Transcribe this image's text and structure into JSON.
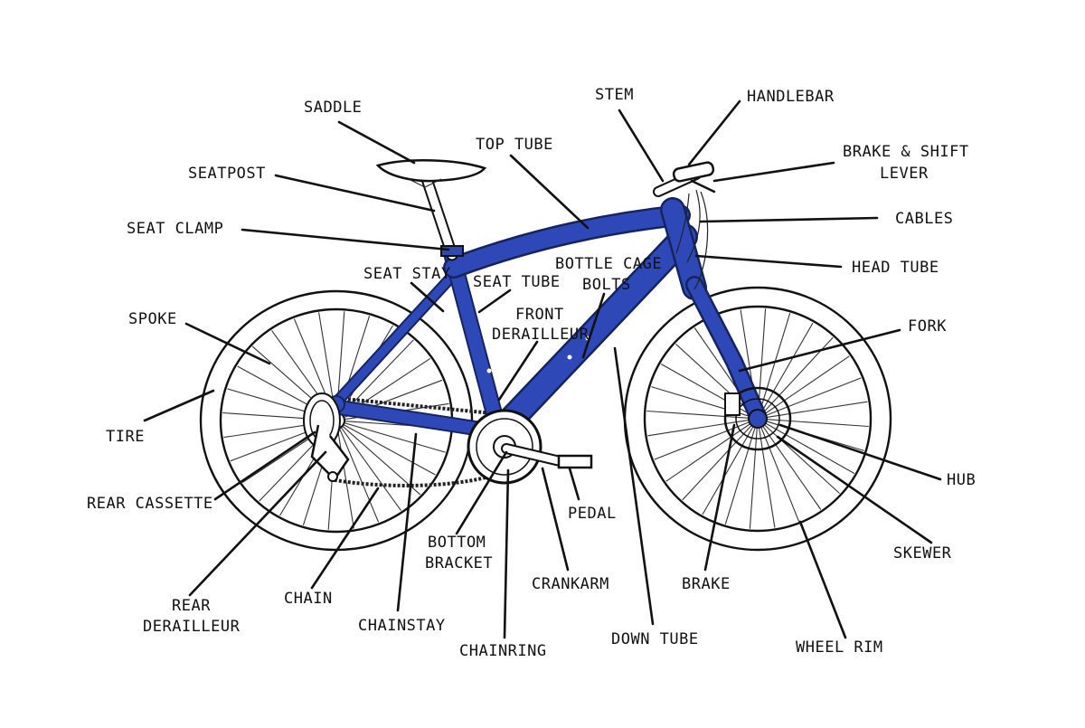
{
  "diagram": {
    "frame_color": "#2e48b8",
    "frame_edge_color": "#16245e",
    "line_color": "#111111",
    "labels": {
      "saddle": "SADDLE",
      "stem": "STEM",
      "handlebar": "HANDLEBAR",
      "top_tube": "TOP TUBE",
      "brake_shift_lever_1": "BRAKE & SHIFT",
      "brake_shift_lever_2": "LEVER",
      "seatpost": "SEATPOST",
      "cables": "CABLES",
      "seat_clamp": "SEAT CLAMP",
      "head_tube": "HEAD TUBE",
      "seat_stay": "SEAT STAY",
      "seat_tube": "SEAT TUBE",
      "bottle_cage_bolts_1": "BOTTLE CAGE",
      "bottle_cage_bolts_2": "BOLTS",
      "spoke": "SPOKE",
      "front_derailleur_1": "FRONT",
      "front_derailleur_2": "DERAILLEUR",
      "fork": "FORK",
      "tire": "TIRE",
      "hub": "HUB",
      "rear_cassette": "REAR CASSETTE",
      "pedal": "PEDAL",
      "skewer": "SKEWER",
      "bottom_bracket_1": "BOTTOM",
      "bottom_bracket_2": "BRACKET",
      "crankarm": "CRANKARM",
      "brake": "BRAKE",
      "rear_derailleur_1": "REAR",
      "rear_derailleur_2": "DERAILLEUR",
      "chain": "CHAIN",
      "chainstay": "CHAINSTAY",
      "down_tube": "DOWN TUBE",
      "wheel_rim": "WHEEL RIM",
      "chainring": "CHAINRING"
    }
  }
}
